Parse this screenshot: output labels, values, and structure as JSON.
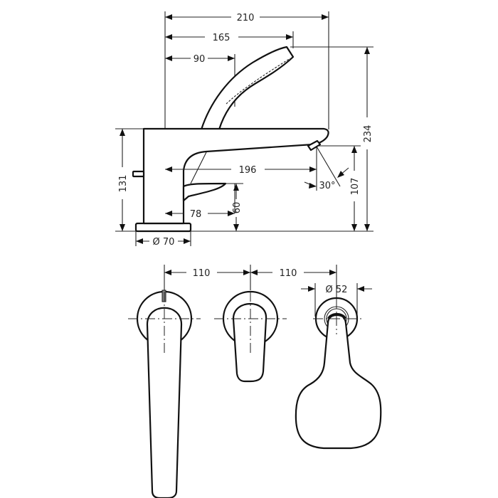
{
  "drawing": {
    "type": "technical dimension drawing",
    "colors": {
      "line": "#111111",
      "background": "#ffffff"
    },
    "side_view": {
      "dimensions": {
        "overall_width": "210",
        "handshower_reach": "165",
        "handshower_offset": "90",
        "spout_reach": "196",
        "lever_reach": "78",
        "body_height": "131",
        "lever_height": "60",
        "spout_outlet_height": "107",
        "overall_height": "234",
        "base_diameter": "Ø 70",
        "spray_angle": "30°"
      }
    },
    "top_view": {
      "dimensions": {
        "spacing_left": "110",
        "spacing_right": "110",
        "rosette_diameter": "Ø 52"
      },
      "components": [
        "spout",
        "mixer-lever",
        "handshower-holder"
      ]
    }
  }
}
